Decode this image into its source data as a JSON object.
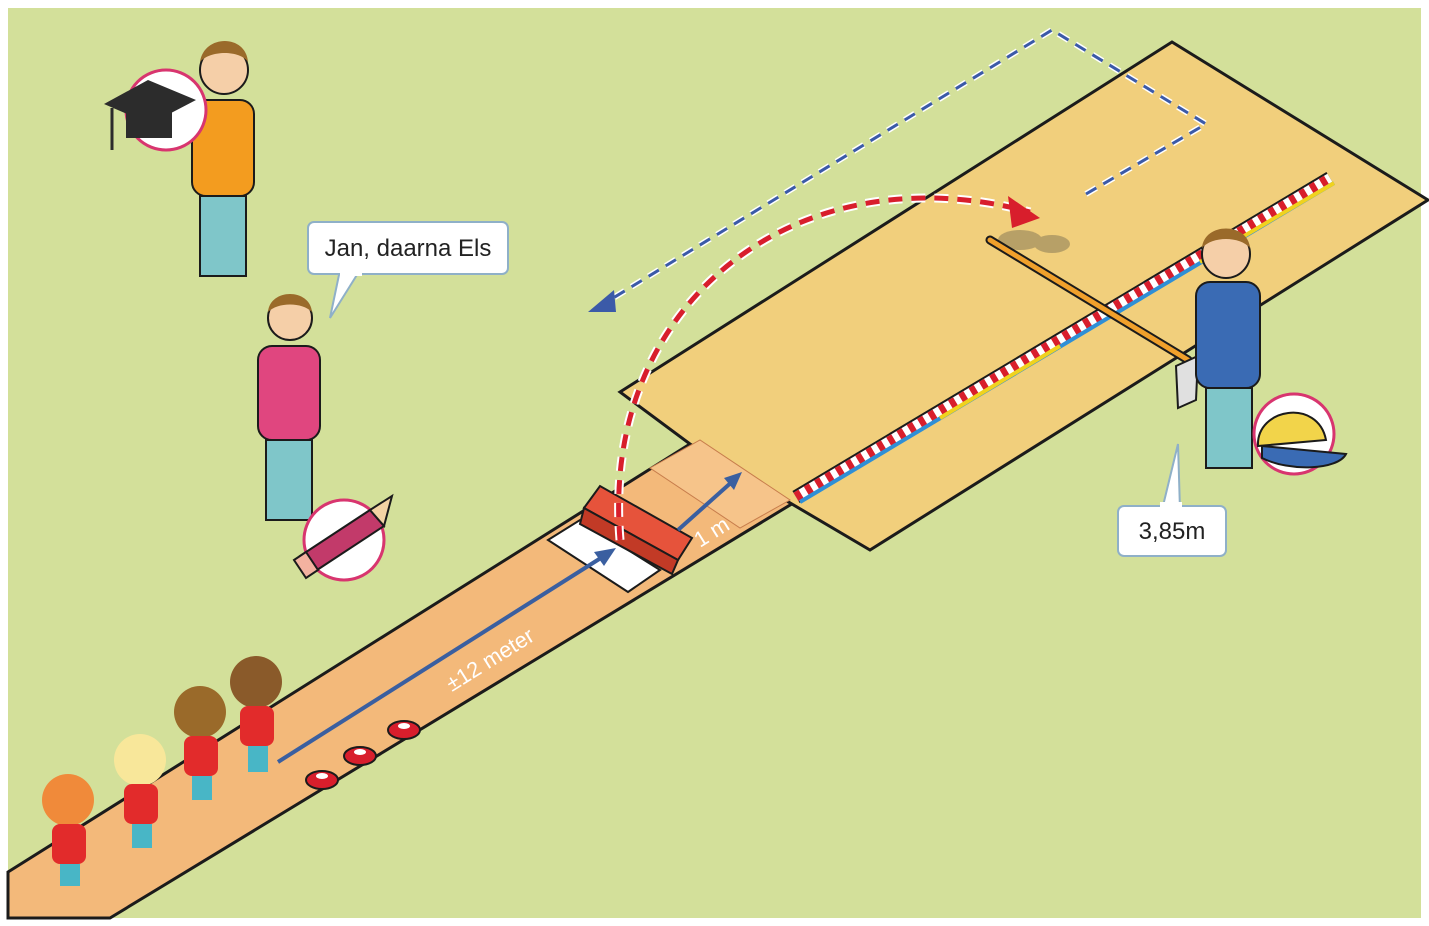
{
  "labels": {
    "speech_bubble": "Jan, daarna Els",
    "measurement_bubble": "3,85m",
    "runway_distance": "±12 meter",
    "zone_length": "1 m"
  },
  "colors": {
    "grass": "#d3e09a",
    "runway": "#f3b97a",
    "sand_pit": "#f1cf7c",
    "red_dash": "#d81e2c",
    "blue_dash": "#3b5aa8",
    "arrow": "#3a5fa0",
    "border": "#1b1b1b",
    "icon_circle_border": "#d8356f"
  },
  "icons": [
    "graduation-cap-icon",
    "pencil-icon",
    "cap-icon",
    "cone-icon"
  ],
  "people": [
    "teacher-orange",
    "recorder-pink",
    "measurer-blue",
    "child-1",
    "child-2",
    "child-3",
    "child-4"
  ]
}
